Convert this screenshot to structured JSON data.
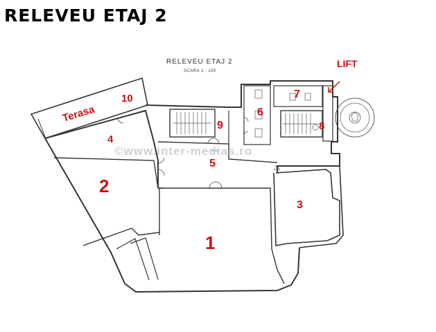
{
  "header": {
    "title": "RELEVEU ETAJ 2"
  },
  "drawing": {
    "title": "RELEVEU ETAJ 2",
    "scale": "SCARA 1 : 100",
    "watermark": "©www.inter-medias.ro"
  },
  "labels": {
    "terasa": "Terasa",
    "lift": "LIFT"
  },
  "rooms": [
    "1",
    "2",
    "3",
    "4",
    "5",
    "6",
    "7",
    "8",
    "9",
    "10"
  ],
  "colors": {
    "annotation": "#cc1111",
    "line": "#333333",
    "watermark": "#c8c8c8"
  }
}
